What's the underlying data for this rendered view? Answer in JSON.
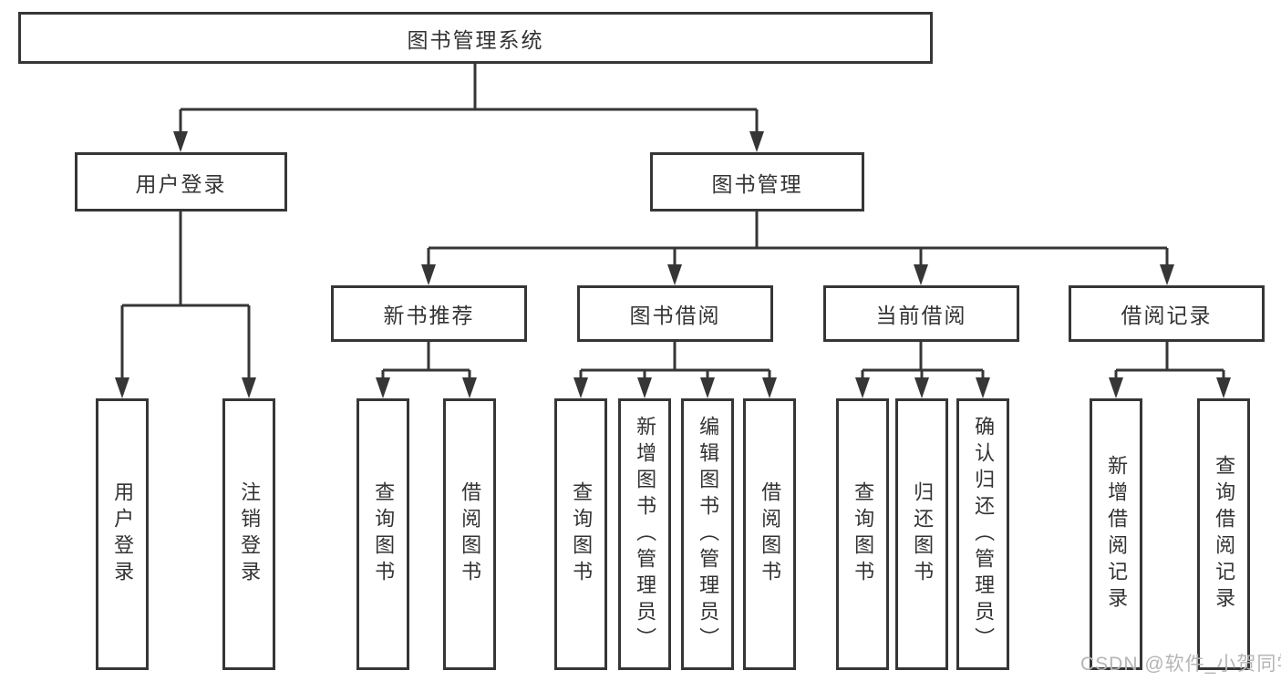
{
  "tree": {
    "root": "图书管理系统",
    "branches": [
      {
        "label": "用户登录",
        "leaves": [
          "用户登录",
          "注销登录"
        ]
      },
      {
        "label": "图书管理",
        "groups": [
          {
            "label": "新书推荐",
            "leaves": [
              "查询图书",
              "借阅图书"
            ]
          },
          {
            "label": "图书借阅",
            "leaves": [
              "查询图书",
              "新增图书（管理员）",
              "编辑图书（管理员）",
              "借阅图书"
            ]
          },
          {
            "label": "当前借阅",
            "leaves": [
              "查询图书",
              "归还图书",
              "确认归还（管理员）"
            ]
          },
          {
            "label": "借阅记录",
            "leaves": [
              "新增借阅记录",
              "查询借阅记录"
            ]
          }
        ]
      }
    ]
  },
  "watermark": "CSDN @软件_小贺同学",
  "colors": {
    "line": "#363636",
    "text": "#333333",
    "watermark": "#b5b5b5",
    "background": "#ffffff"
  }
}
